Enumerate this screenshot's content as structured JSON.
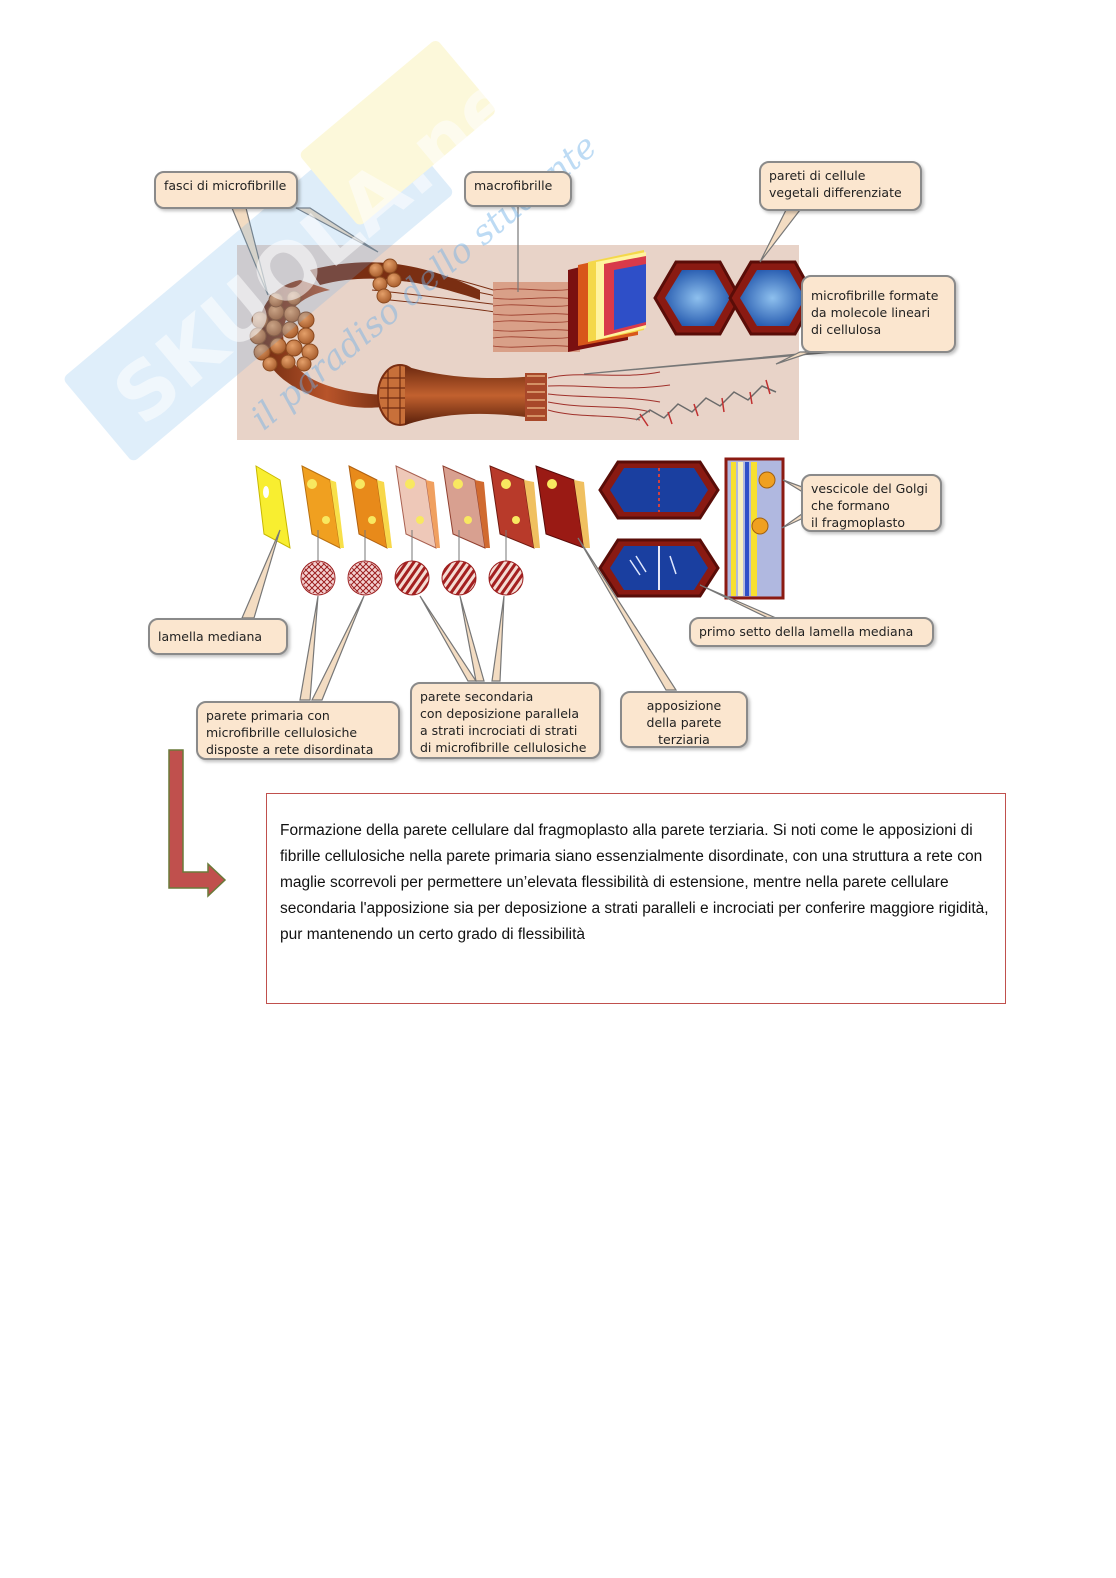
{
  "watermark": {
    "brand": "SKUOLA.net",
    "slogan": "il paradiso dello studente"
  },
  "callouts": {
    "fasci_microfibrille": "fasci di microfibrille",
    "macrofibrille": "macrofibrille",
    "pareti_cellule": "pareti di cellule\nvegetali differenziate",
    "microfibrille_formate": "microfibrille formate\nda molecole lineari\ndi cellulosa",
    "vescicole_golgi": "vescicole del Golgi\nche formano\nil fragmoplasto",
    "lamella_mediana": "lamella mediana",
    "primo_setto": "primo setto della lamella mediana",
    "parete_primaria": "parete primaria con\nmicrofibrille cellulosiche\ndisposte a rete disordinata",
    "parete_secondaria": "parete secondaria\ncon deposizione parallela\na strati incrociati di strati\ndi microfibrille cellulosiche",
    "apposizione_terziaria": "apposizione\ndella parete\nterziaria"
  },
  "caption": "Formazione della parete cellulare dal fragmoplasto alla parete terziaria. Si noti come le apposizioni di fibrille cellulosiche nella parete primaria siano essenzialmente disordinate, con una struttura a rete con maglie scorrevoli per permettere un’elevata flessibilità di estensione, mentre nella parete cellulare secondaria l'apposizione sia per deposizione a strati paralleli e incrociati per conferire maggiore rigidità, pur mantenendo un certo grado di flessibilità",
  "colors": {
    "panel": "#e8d3c8",
    "callout_fill": "#fbe6cf",
    "callout_border": "#8a8a8a",
    "fiber": "#8b3a1a",
    "arrow": "#c0504d",
    "caption_border": "#c0504d",
    "watermark": "#7fb8e6"
  }
}
